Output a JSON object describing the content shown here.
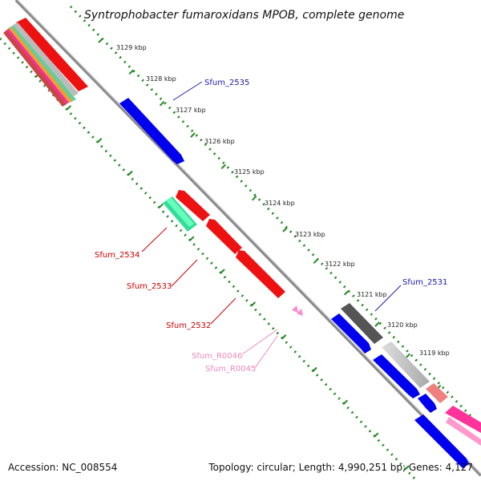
{
  "title": "Syntrophobacter fumaroxidans MPOB, complete genome",
  "footer": {
    "accession": "Accession: NC_008554",
    "summary": "Topology: circular; Length: 4,990,251 bp; Genes: 4,127"
  },
  "scale_labels": [
    "3129 kbp",
    "3128 kbp",
    "3127 kbp",
    "3126 kbp",
    "3125 kbp",
    "3124 kbp",
    "3123 kbp",
    "3122 kbp",
    "3121 kbp",
    "3120 kbp",
    "3119 kbp"
  ],
  "gene_labels": [
    {
      "name": "Sfum_2535",
      "color": "#1a1aa8"
    },
    {
      "name": "Sfum_2531",
      "color": "#1a1aa8"
    },
    {
      "name": "Sfum_2534",
      "color": "#cc0000"
    },
    {
      "name": "Sfum_2533",
      "color": "#cc0000"
    },
    {
      "name": "Sfum_2532",
      "color": "#cc0000"
    },
    {
      "name": "Sfum_R0046",
      "color": "#ee88bb"
    },
    {
      "name": "Sfum_R0045",
      "color": "#ee88bb"
    }
  ],
  "colors": {
    "forward_cds": "#0000ee",
    "reverse_cds": "#ee0000",
    "rna": "#ff88cc",
    "backbone": "#888888",
    "tick": "#228822"
  }
}
